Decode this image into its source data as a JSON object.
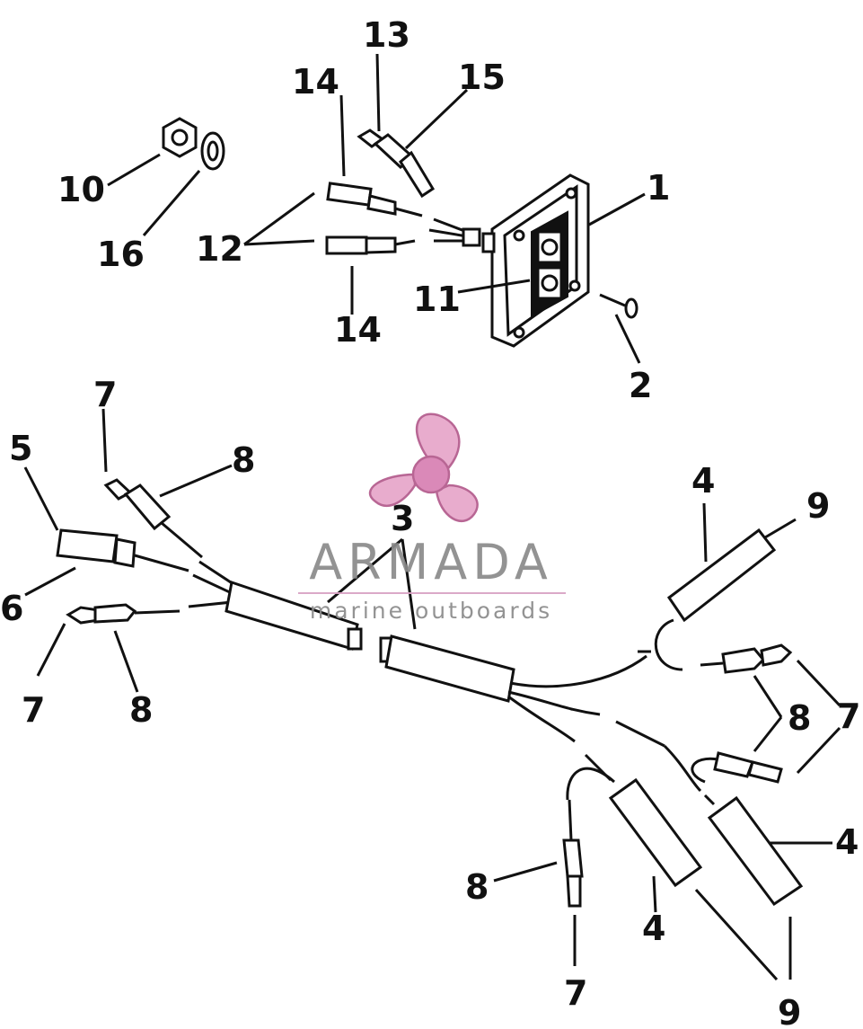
{
  "callouts": {
    "c1": "1",
    "c2": "2",
    "c3": "3",
    "c4a": "4",
    "c4b": "4",
    "c4c": "4",
    "c5": "5",
    "c6": "6",
    "c7a": "7",
    "c7b": "7",
    "c7c": "7",
    "c7d": "7",
    "c8a": "8",
    "c8b": "8",
    "c8c": "8",
    "c8d": "8",
    "c9a": "9",
    "c9b": "9",
    "c10": "10",
    "c11": "11",
    "c12": "12",
    "c13": "13",
    "c14a": "14",
    "c14b": "14",
    "c15": "15",
    "c16": "16"
  },
  "watermark": {
    "brand": "ARMADA",
    "tagline": "marine outboards",
    "brand_color": "#8a8a8a",
    "logo_color": "#e7a5c9"
  }
}
